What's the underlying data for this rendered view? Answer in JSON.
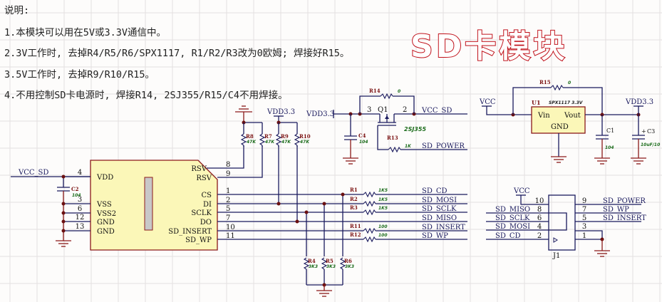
{
  "notes": {
    "heading": "说明:",
    "items": [
      "1.本模块可以用在5V或3.3V通信中。",
      "2.3V工作时, 去掉R4/R5/R6/SPX1117, R1/R2/R3改为0欧姆; 焊接好R15。",
      "3.5V工作时, 去掉R9/R10/R15。",
      "4.不用控制SD卡电源时, 焊接R14, 2SJ355/R15/C4不用焊接。"
    ]
  },
  "title": "SD卡模块",
  "colors": {
    "wire": "#1a1a5e",
    "ground": "#8b1a1a",
    "junction": "#6b1010",
    "chip_fill": "#fbf7b8",
    "title_outline": "#c0111a",
    "value_text": "#1a6b1a"
  },
  "sd_socket": {
    "left_pins": [
      {
        "num": "4",
        "name": "VDD"
      },
      {
        "num": "3",
        "name": "VSS"
      },
      {
        "num": "6",
        "name": "VSS2"
      },
      {
        "num": "12",
        "name": "GND"
      },
      {
        "num": "13",
        "name": "GND"
      }
    ],
    "right_pins": [
      {
        "num": "8",
        "name": "RSV"
      },
      {
        "num": "9",
        "name": "RSV"
      },
      {
        "num": "1",
        "name": "CS"
      },
      {
        "num": "2",
        "name": "DI"
      },
      {
        "num": "5",
        "name": "SCLK"
      },
      {
        "num": "7",
        "name": "DO"
      },
      {
        "num": "10",
        "name": "SD_INSERT"
      },
      {
        "num": "11",
        "name": "SD_WP"
      }
    ],
    "vcc_net": "VCC_SD",
    "c2": {
      "ref": "C2",
      "value": "104"
    }
  },
  "pullups": {
    "vdd_label": "VDD3.3",
    "resistors": [
      {
        "ref": "R8",
        "value": "47K"
      },
      {
        "ref": "R7",
        "value": "47K"
      },
      {
        "ref": "R9",
        "value": "47K"
      },
      {
        "ref": "R10",
        "value": "47K"
      }
    ]
  },
  "series_resistors": [
    {
      "ref": "R1",
      "value": "1K5",
      "net": "SD_CD"
    },
    {
      "ref": "R2",
      "value": "1K5",
      "net": "SD_MOSI"
    },
    {
      "ref": "R3",
      "value": "1K5",
      "net": "SD_SCLK"
    },
    {
      "ref": "",
      "value": "",
      "net": "SD_MISO"
    },
    {
      "ref": "R11",
      "value": "100",
      "net": "SD_INSERT"
    },
    {
      "ref": "R12",
      "value": "100",
      "net": "SD_WP"
    }
  ],
  "pulldowns": [
    {
      "ref": "R4",
      "value": "3K3"
    },
    {
      "ref": "R5",
      "value": "3K3"
    },
    {
      "ref": "R6",
      "value": "3K3"
    }
  ],
  "power_switch": {
    "vdd_label": "VDD3.3",
    "q1": {
      "ref": "Q1",
      "part": "2SJ355",
      "pin_source": "3",
      "pin_drain": "2"
    },
    "r14": {
      "ref": "R14",
      "value": "0"
    },
    "r13": {
      "ref": "R13",
      "value": "1K"
    },
    "c4": {
      "ref": "C4",
      "value": "104"
    },
    "out_net": "VCC_SD",
    "ctrl_net": "SD_POWER"
  },
  "regulator": {
    "vin_label": "VCC",
    "vout_label": "VDD3.3",
    "u1": {
      "ref": "U1",
      "part": "SPX1117 3.3V",
      "vin": "Vin",
      "vout": "Vout",
      "gnd": "GND"
    },
    "r15": {
      "ref": "R15",
      "value": "0"
    },
    "c1": {
      "ref": "C1",
      "value": "104"
    },
    "c3": {
      "ref": "C3",
      "value": "10uF/10",
      "polarity": "+"
    }
  },
  "header_j1": {
    "ref": "J1",
    "vcc_label": "VCC",
    "left": [
      {
        "num": "10",
        "net": ""
      },
      {
        "num": "8",
        "net": "SD_MISO"
      },
      {
        "num": "6",
        "net": "SD_SCLK"
      },
      {
        "num": "4",
        "net": "SD_MOSI"
      },
      {
        "num": "2",
        "net": "SD_CD"
      }
    ],
    "right": [
      {
        "num": "9",
        "net": "SD_POWER"
      },
      {
        "num": "7",
        "net": "SD_WP"
      },
      {
        "num": "5",
        "net": "SD_INSERT"
      },
      {
        "num": "3",
        "net": ""
      },
      {
        "num": "1",
        "net": ""
      }
    ]
  }
}
